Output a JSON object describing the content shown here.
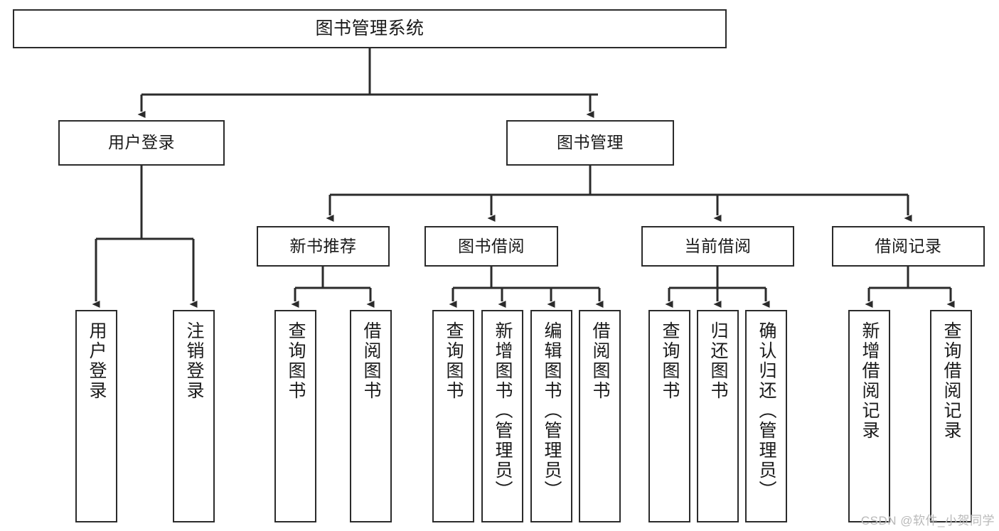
{
  "diagram": {
    "type": "tree",
    "title": "图书管理系统",
    "orientation": "top-down",
    "colors": {
      "stroke": "#2b2b2b",
      "fill": "#ffffff",
      "text": "#1a1a1a",
      "watermark": "#b9b9b9"
    },
    "nodes": {
      "root": {
        "label": "图书管理系统"
      },
      "level2": [
        {
          "id": "user-login",
          "label": "用户登录"
        },
        {
          "id": "book-manage",
          "label": "图书管理"
        }
      ],
      "level3": [
        {
          "id": "new-book-recommend",
          "label": "新书推荐"
        },
        {
          "id": "book-borrow",
          "label": "图书借阅"
        },
        {
          "id": "current-borrow",
          "label": "当前借阅"
        },
        {
          "id": "borrow-record",
          "label": "借阅记录"
        }
      ],
      "leaves": {
        "user_login": [
          {
            "id": "leaf-user-login",
            "label": "用户登录"
          },
          {
            "id": "leaf-logout-login",
            "label": "注销登录"
          }
        ],
        "new_book_recommend": [
          {
            "id": "leaf-query-book-1",
            "label": "查询图书"
          },
          {
            "id": "leaf-borrow-book-1",
            "label": "借阅图书"
          }
        ],
        "book_borrow": [
          {
            "id": "leaf-query-book-2",
            "label": "查询图书"
          },
          {
            "id": "leaf-add-book",
            "label": "新增图书（管理员）"
          },
          {
            "id": "leaf-edit-book",
            "label": "编辑图书（管理员）"
          },
          {
            "id": "leaf-borrow-book-2",
            "label": "借阅图书"
          }
        ],
        "current_borrow": [
          {
            "id": "leaf-query-book-3",
            "label": "查询图书"
          },
          {
            "id": "leaf-return-book",
            "label": "归还图书"
          },
          {
            "id": "leaf-confirm-return",
            "label": "确认归还（管理员）"
          }
        ],
        "borrow_record": [
          {
            "id": "leaf-add-borrow-record",
            "label": "新增借阅记录"
          },
          {
            "id": "leaf-query-borrow-record",
            "label": "查询借阅记录"
          }
        ]
      }
    }
  },
  "watermark": {
    "text": "CSDN @软件_小贺同学"
  }
}
